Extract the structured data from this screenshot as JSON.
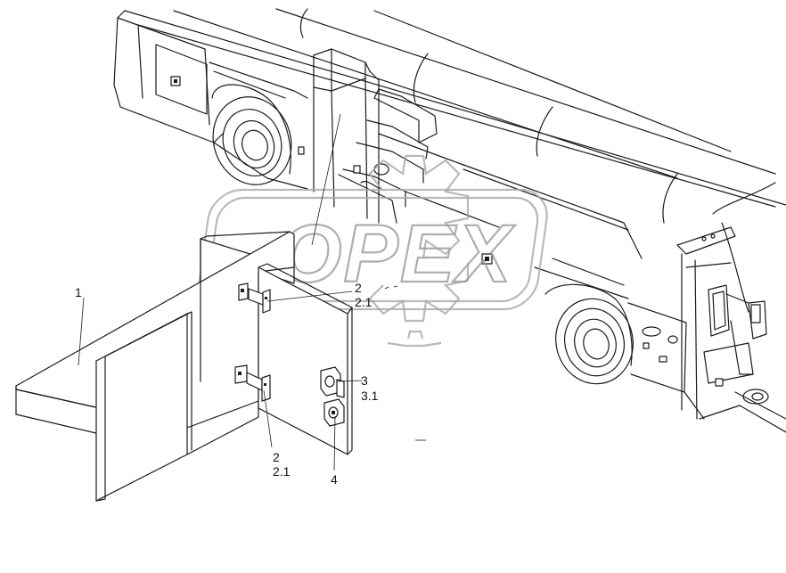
{
  "watermark": {
    "text": "OPEX"
  },
  "callouts": [
    {
      "id": "1",
      "text": "1"
    },
    {
      "id": "2a",
      "text": "2"
    },
    {
      "id": "2_1a",
      "text": "2.1"
    },
    {
      "id": "3",
      "text": "3"
    },
    {
      "id": "3_1",
      "text": "3.1"
    },
    {
      "id": "2b",
      "text": "2"
    },
    {
      "id": "2_1b",
      "text": "2.1"
    },
    {
      "id": "4",
      "text": "4"
    }
  ]
}
